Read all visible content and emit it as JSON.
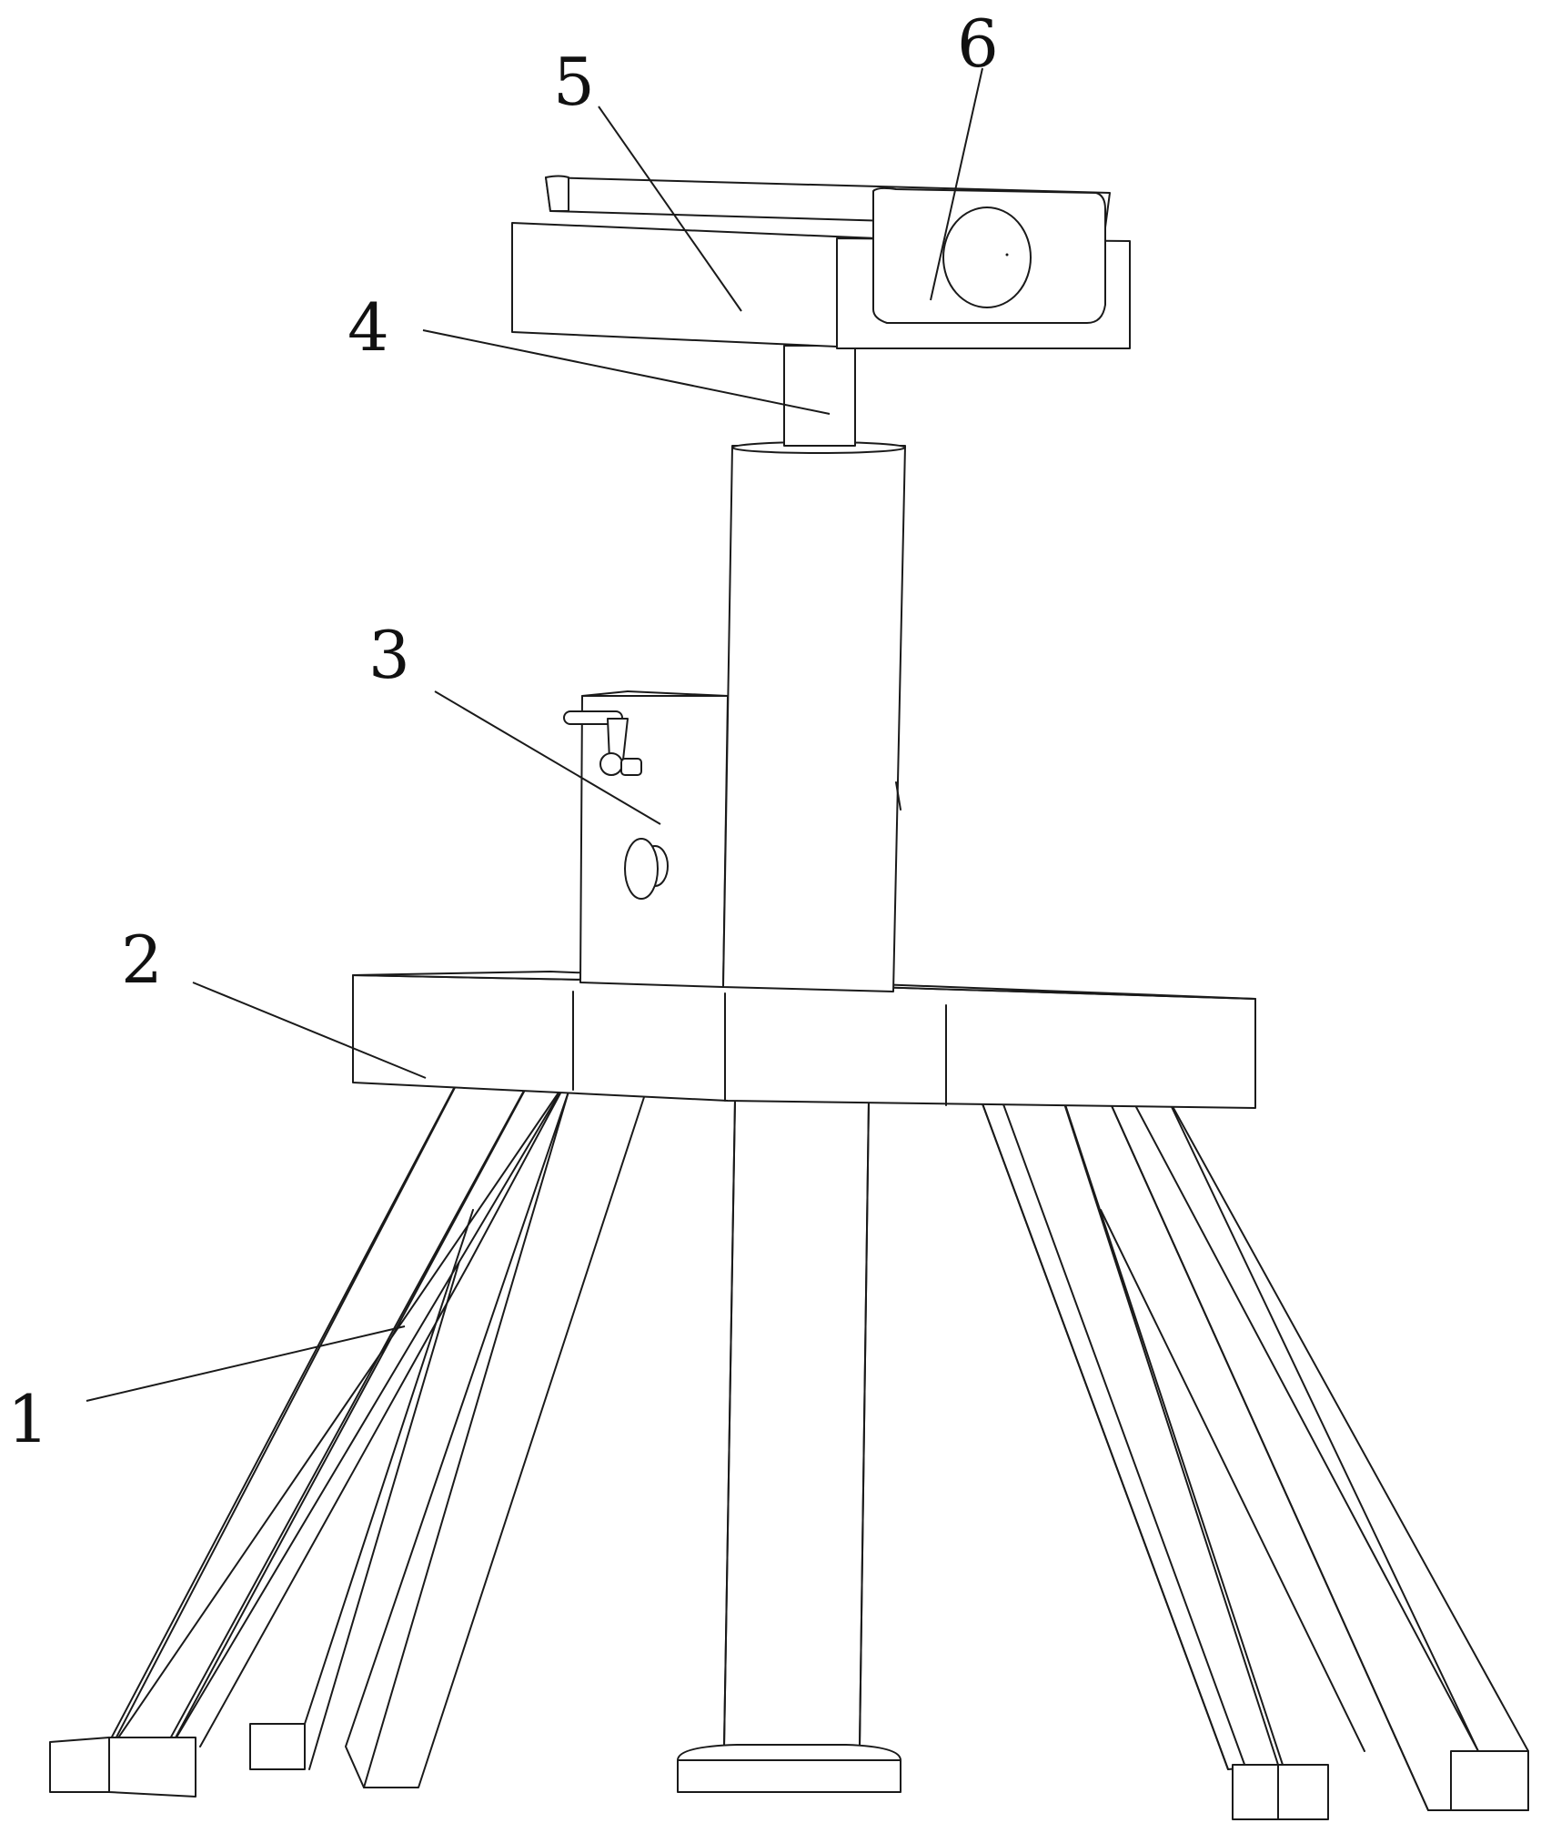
{
  "figure": {
    "labels": [
      {
        "id": "leg",
        "text": "1"
      },
      {
        "id": "base-plate",
        "text": "2"
      },
      {
        "id": "lift-box",
        "text": "3"
      },
      {
        "id": "rod",
        "text": "4"
      },
      {
        "id": "platform",
        "text": "5"
      },
      {
        "id": "camera",
        "text": "6"
      }
    ]
  },
  "colors": {
    "line": "#1a1a1a",
    "background": "#ffffff"
  }
}
